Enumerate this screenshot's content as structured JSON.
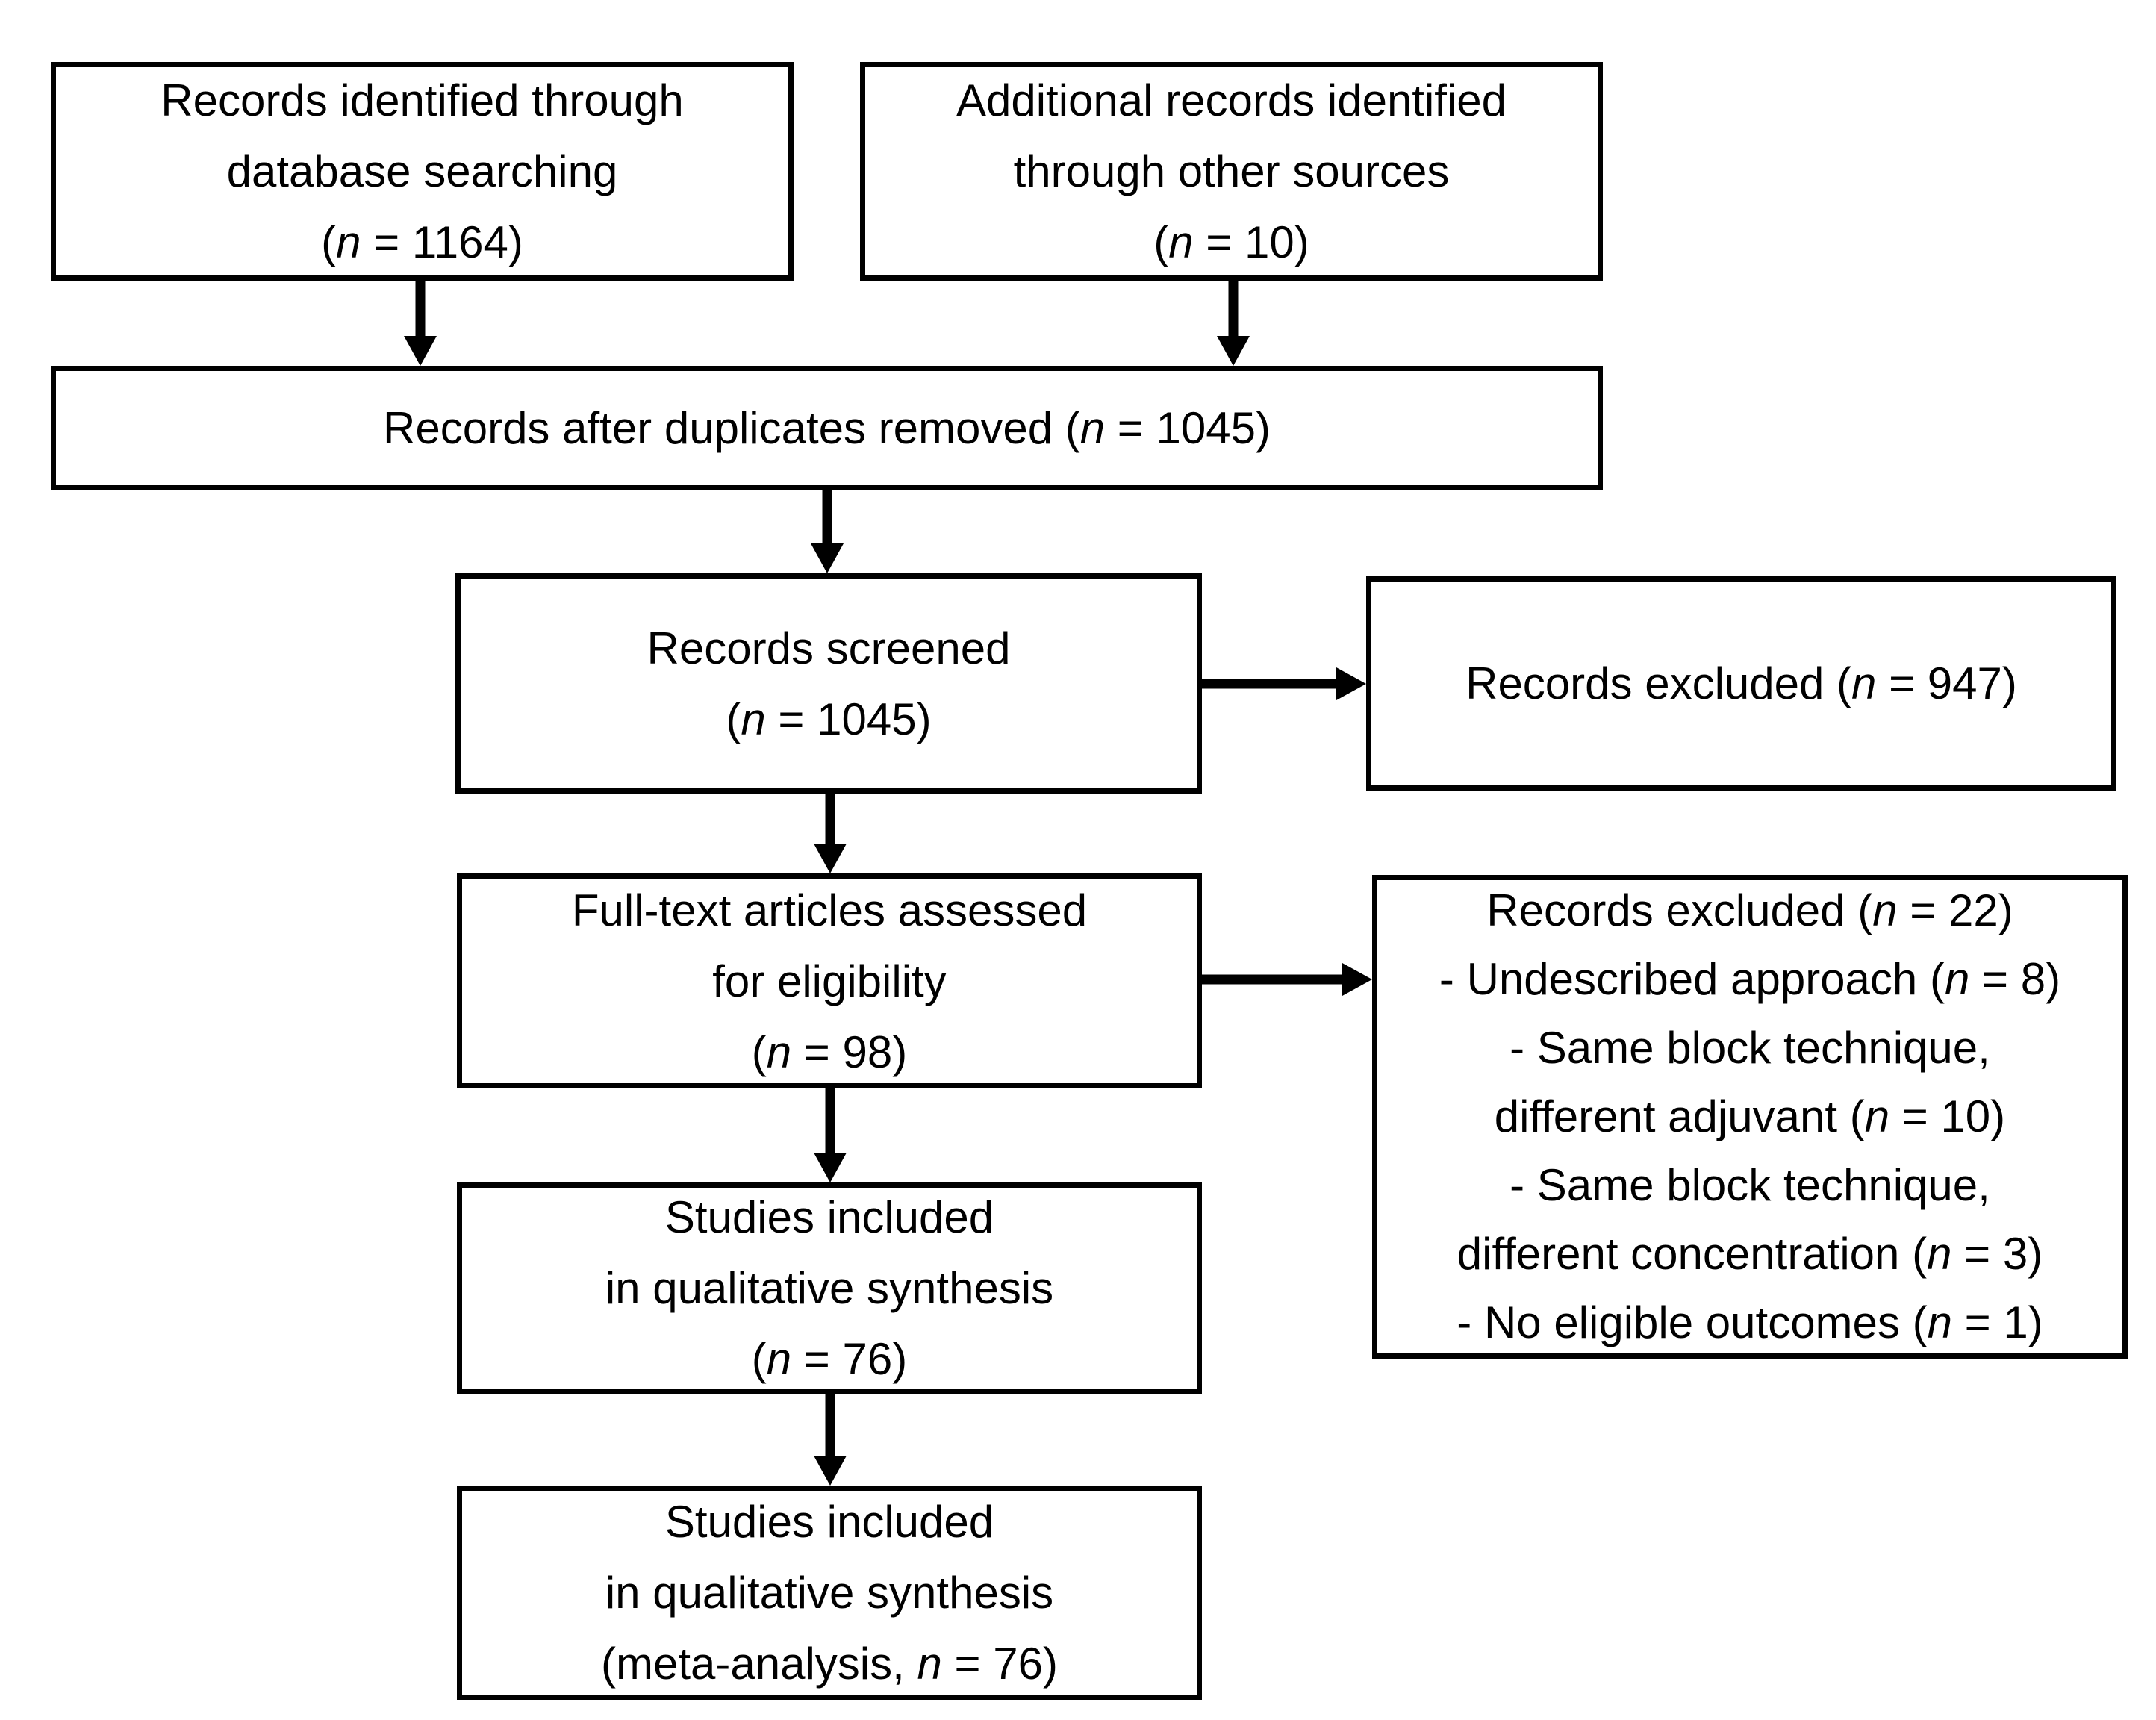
{
  "colors": {
    "foreground": "#000000",
    "background": "#ffffff",
    "box_fill": "#ffffff",
    "box_border": "#000000"
  },
  "diagram": {
    "type": "prisma-flowchart",
    "boxes": {
      "records_identified": {
        "lines": [
          "Records identified through",
          "database searching",
          "(n = 1164)"
        ]
      },
      "additional_records": {
        "lines": [
          "Additional records identified",
          "through other sources",
          "(n = 10)"
        ]
      },
      "duplicates_removed": {
        "lines": [
          "Records after duplicates removed (n = 1045)"
        ]
      },
      "records_screened": {
        "lines": [
          "Records screened",
          "(n = 1045)"
        ]
      },
      "records_excluded": {
        "lines": [
          "Records excluded (n = 947)"
        ]
      },
      "fulltext_assessed": {
        "lines": [
          "Full-text articles assessed",
          "for eligibility",
          "(n = 98)"
        ]
      },
      "fulltext_excluded": {
        "lines": [
          "Records excluded (n = 22)",
          "- Undescribed approach (n = 8)",
          "- Same block technique,",
          "different adjuvant (n = 10)",
          "- Same block technique,",
          "different concentration (n = 3)",
          "- No eligible outcomes (n = 1)"
        ]
      },
      "qualitative_synthesis": {
        "lines": [
          "Studies included",
          "in qualitative synthesis",
          "(n = 76)"
        ]
      },
      "meta_analysis": {
        "lines": [
          "Studies included",
          "in qualitative synthesis",
          "(meta-analysis, n = 76)"
        ]
      }
    },
    "edges": [
      {
        "from": "records_identified",
        "to": "duplicates_removed"
      },
      {
        "from": "additional_records",
        "to": "duplicates_removed"
      },
      {
        "from": "duplicates_removed",
        "to": "records_screened"
      },
      {
        "from": "records_screened",
        "to": "records_excluded"
      },
      {
        "from": "records_screened",
        "to": "fulltext_assessed"
      },
      {
        "from": "fulltext_assessed",
        "to": "fulltext_excluded"
      },
      {
        "from": "fulltext_assessed",
        "to": "qualitative_synthesis"
      },
      {
        "from": "qualitative_synthesis",
        "to": "meta_analysis"
      }
    ]
  }
}
